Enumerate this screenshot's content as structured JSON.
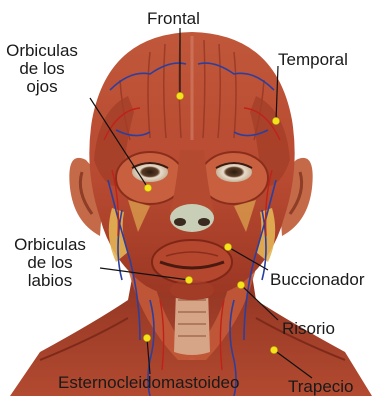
{
  "labels": {
    "frontal": "Frontal",
    "temporal": "Temporal",
    "orbiculas_ojos": [
      "Orbiculas",
      "de los",
      "ojos"
    ],
    "orbiculas_labios": [
      "Orbiculas",
      "de los",
      "labios"
    ],
    "buccionador": "Buccionador",
    "risorio": "Risorio",
    "esternocleidomastoideo": "Esternocleidomastoideo",
    "trapecio": "Trapecio"
  },
  "colors": {
    "muscle": "#b8452f",
    "muscle_dark": "#7f2616",
    "muscle_light": "#d9734f",
    "vein": "#2c3f9e",
    "artery": "#c22018",
    "fat": "#e4b455",
    "cartilage": "#c9cfb7",
    "skin": "#b96b4c",
    "marker": "#f4e21a",
    "leader": "#111111"
  }
}
